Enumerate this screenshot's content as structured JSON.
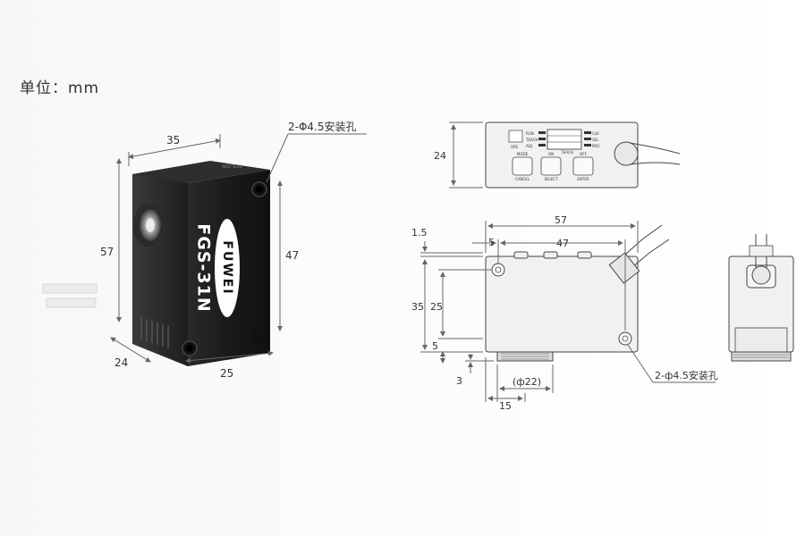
{
  "unit_label": "单位：mm",
  "product": {
    "brand": "FUWEI",
    "model": "FGS-31N",
    "top_label": "FGS-31N",
    "colors": {
      "body": "#1c1c1c",
      "label_bg": "#ffffff",
      "line": "#555555"
    }
  },
  "photo_dims": {
    "width": "35",
    "height": "57",
    "depth": "24",
    "hole_spacing_v": "47",
    "hole_spacing_h": "25",
    "hole_note": "2-Φ4.5安装孔"
  },
  "top_view": {
    "height": "24",
    "led_labels": [
      "RUN",
      "TEACH",
      "ADJ",
      "OPE"
    ],
    "right_labels": [
      "CLK",
      "SEL",
      "PRO"
    ],
    "button_labels": [
      "CANCEL",
      "SELECT",
      "ENTER"
    ],
    "button_top_labels": [
      "MODE",
      "ON",
      "OFF"
    ],
    "teach_label": "TEACH"
  },
  "front_view": {
    "total_width": "57",
    "offset_left": "5",
    "hole_spacing": "47",
    "top_margin": "1.5",
    "total_height": "35",
    "hole_spacing_v": "25",
    "bottom_margin": "5",
    "lens_height": "3",
    "lens_diameter": "(ф22)",
    "lens_offset": "15",
    "hole_note": "2-ф4.5安装孔"
  }
}
